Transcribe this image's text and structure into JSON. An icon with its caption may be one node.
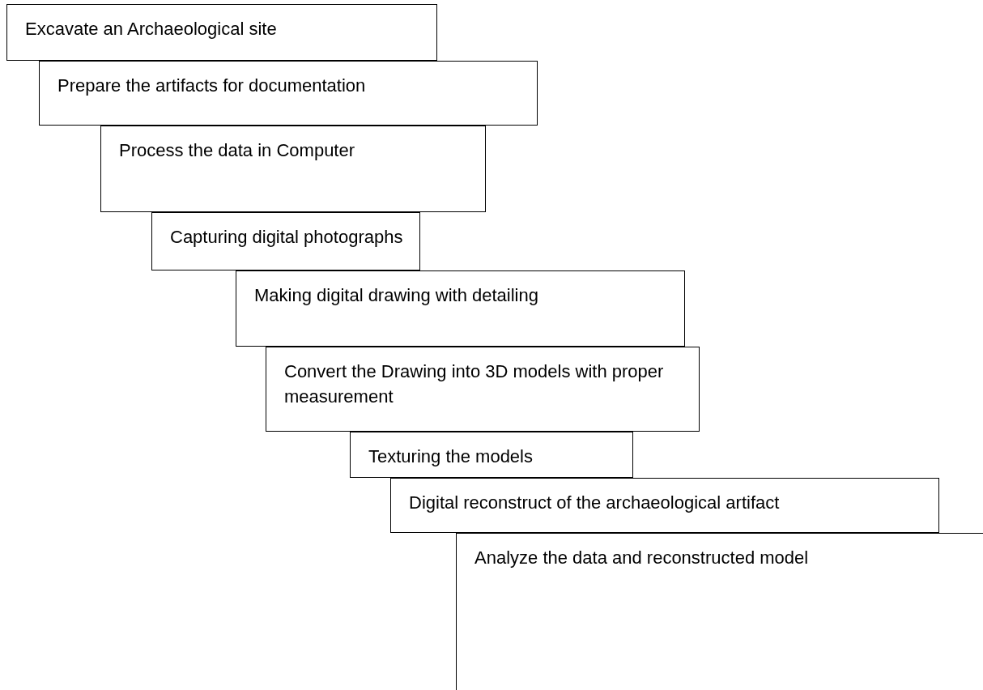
{
  "diagram": {
    "nodes": [
      {
        "text": [
          "Excavate an Archaeological site"
        ]
      },
      {
        "text": [
          "Prepare the artifacts for documentation"
        ]
      },
      {
        "text": [
          "Process the data in Computer"
        ]
      },
      {
        "text": [
          "Capturing digital photographs"
        ]
      },
      {
        "text": [
          "Making digital drawing with detailing"
        ]
      },
      {
        "text": [
          "Convert the Drawing into 3D models with proper measurement"
        ]
      },
      {
        "text": [
          "Texturing the models"
        ]
      },
      {
        "text": [
          "Digital reconstruct of the archaeological artifact"
        ]
      },
      {
        "text": [
          "Analyze the data and reconstructed model"
        ]
      }
    ]
  }
}
